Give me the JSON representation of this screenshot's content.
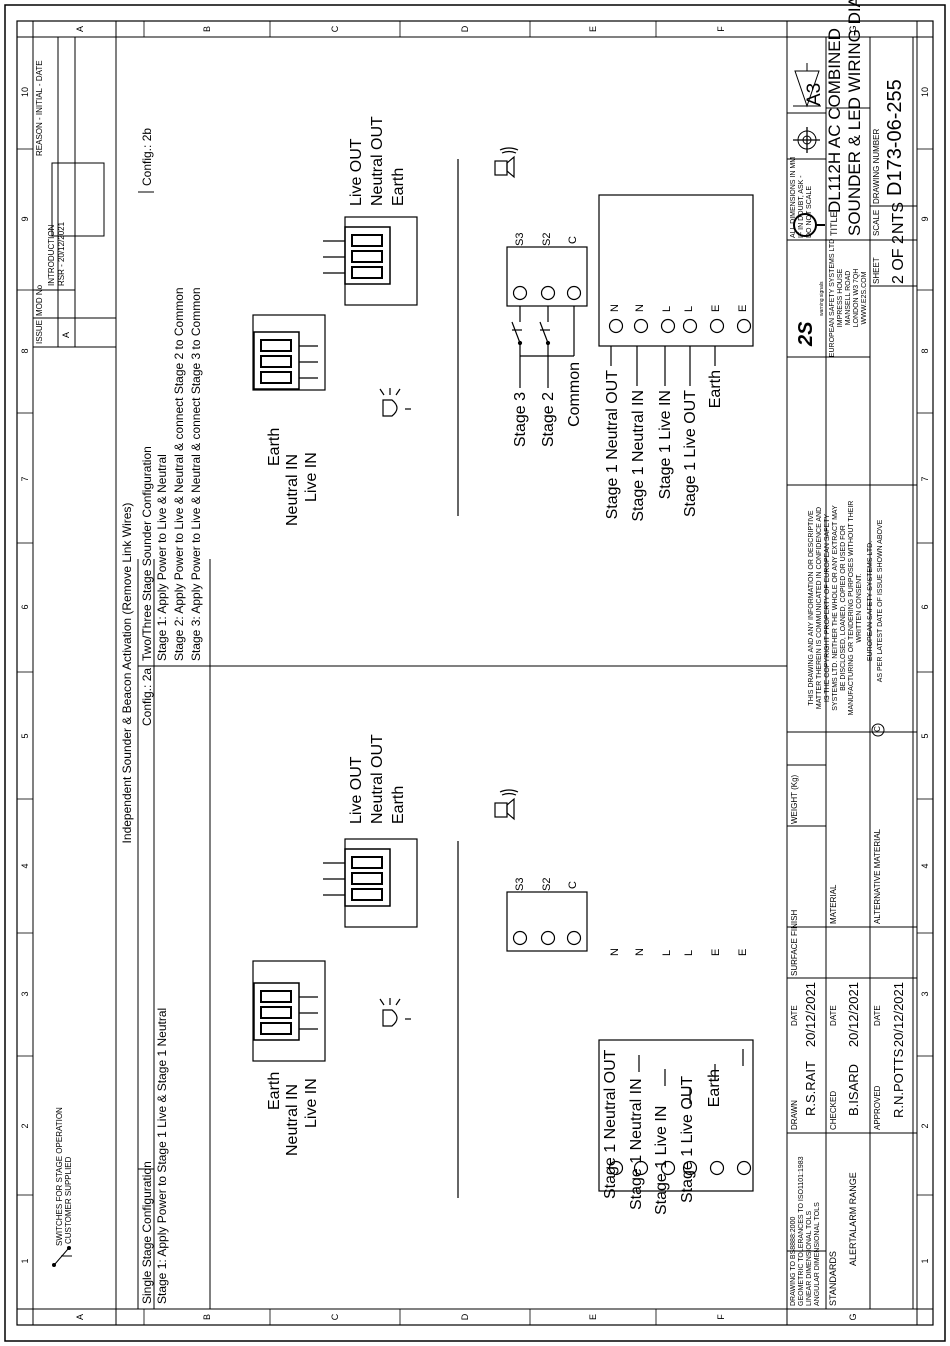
{
  "grid": {
    "cols": [
      "1",
      "2",
      "3",
      "4",
      "5",
      "6",
      "7",
      "8",
      "9",
      "10"
    ],
    "rows": [
      "A",
      "B",
      "C",
      "D",
      "E",
      "F",
      "G"
    ]
  },
  "revision": {
    "headers": {
      "issue": "ISSUE",
      "mod": "MOD No",
      "reason": "REASON - INITIAL - DATE"
    },
    "issue": "A",
    "reason_line1": "INTRODUCTION",
    "reason_line2": "RSR - 20/12/2021"
  },
  "switch_note": {
    "line1": "SWITCHES FOR STAGE OPERATION",
    "line2": "CUSTOMER SUPPLIED"
  },
  "main_title": "Independent Sounder & Beacon Activation (Remove Link Wires)",
  "config_a": {
    "title": "Single Stage Configuration",
    "tag": "Config.: 2a",
    "line1": "Stage 1: Apply Power to Stage 1 Live & Stage 1 Neutral"
  },
  "config_b": {
    "title": "Two/Three Stage Sounder Configuration",
    "tag": "Config.: 2b",
    "line1": "Stage 1: Apply Power to Live & Neutral",
    "line2": "Stage 2: Apply Power to Live & Neutral & connect Stage 2 to Common",
    "line3": "Stage 3: Apply Power to Live & Neutral & connect Stage 3 to Common"
  },
  "beacon_block": {
    "earth": "Earth",
    "neutral_in": "Neutral IN",
    "live_in": "Live IN"
  },
  "sounder_block": {
    "live_out": "Live OUT",
    "neutral_out": "Neutral OUT",
    "earth": "Earth"
  },
  "stage_terms": {
    "s3": "S3",
    "s2": "S2",
    "c": "C"
  },
  "power_terms": [
    "N",
    "N",
    "L",
    "L",
    "E",
    "E"
  ],
  "power_labels": [
    "Stage 1 Neutral OUT",
    "Stage 1 Neutral IN",
    "Stage 1 Live IN",
    "Stage 1 Live OUT",
    "Earth"
  ],
  "stage_labels": [
    "Stage 3",
    "Stage 2",
    "Common"
  ],
  "title_block": {
    "standards_note": "DRAWING TO BS8888:2000\nGEOMETRIC TOLERANCES TO ISO1101:1983\nLINEAR DIMENSIONAL TOLS\nANGULAR DIMENSIONAL TOLS",
    "standards_label": "STANDARDS",
    "range": "ALERTALARM RANGE",
    "drawn_label": "DRAWN",
    "drawn": "R.S.RAIT",
    "checked_label": "CHECKED",
    "checked": "B.ISARD",
    "approved_label": "APPROVED",
    "approved": "R.N.POTTS",
    "date_label": "DATE",
    "drawn_date": "20/12/2021",
    "checked_date": "20/12/2021",
    "approved_date": "20/12/2021",
    "surface_finish": "SURFACE FINISH",
    "weight": "WEIGHT (Kg)",
    "material": "MATERIAL",
    "alt_material": "ALTERNATIVE MATERIAL",
    "copyright_text": "THIS DRAWING AND ANY INFORMATION OR DESCRIPTIVE\nMATTER THEREIN IS COMMUNICATED IN CONFIDENCE AND\nIS THE COPYRIGHT PROPERTY OF EUROPEAN SAFETY\nSYSTEMS LTD. NEITHER THE WHOLE OR ANY EXTRACT MAY\nBE DISCLOSED, LOANED, COPIED OR USED FOR\nMANUFACTURING OR TENDERING PURPOSES WITHOUT THEIR\nWRITTEN CONSENT.",
    "copyright_owner": "EUROPEAN SAFETY SYSTEMS LTD.",
    "copyright_issue": "AS PER LATEST DATE OF ISSUE SHOWN ABOVE",
    "copyright_symbol": "C",
    "logo": "2S",
    "logo_tag": "warning signals",
    "company_address": "EUROPEAN SAFETY SYSTEMS LTD\nIMPRESS HOUSE\nMANSELL ROAD\nLONDON W3 7QH\nWWW.E2S.COM",
    "dims_note": "ALL DIMENSIONS IN MM\nIF IN DOUBT, ASK -\nDO NOT SCALE",
    "paper": "A3",
    "title_label": "TITLE",
    "title_line1": "DL112H AC COMBINED",
    "title_line2": "SOUNDER & LED WIRING DIAGRAMS",
    "scale_label": "SCALE",
    "scale": "NTS",
    "sheet_label": "SHEET",
    "sheet": "2 OF 2",
    "drawing_label": "DRAWING NUMBER",
    "drawing_number": "D173-06-255"
  }
}
